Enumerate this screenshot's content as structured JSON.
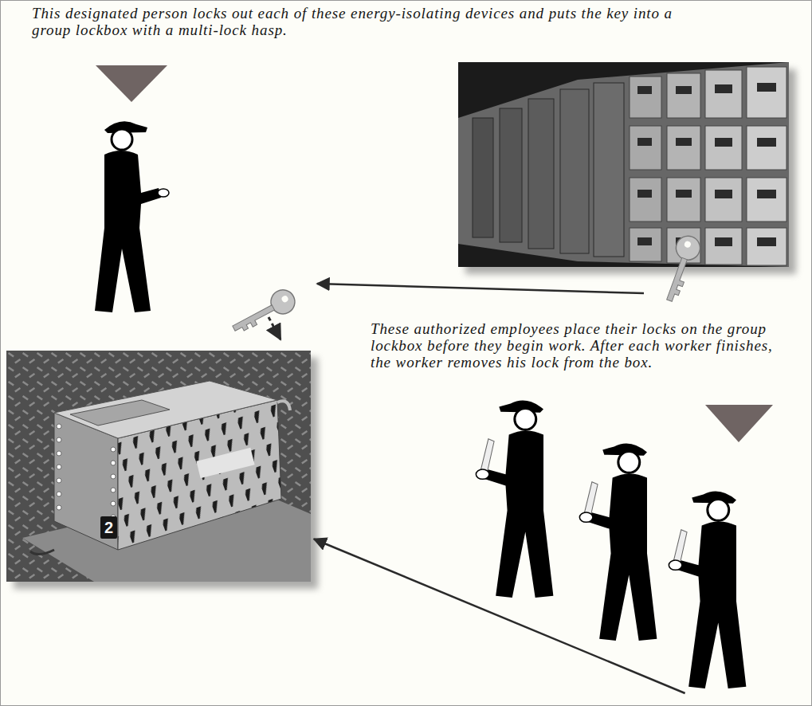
{
  "diagram": {
    "nodes": [
      {
        "text": [
          "This designated person locks out each of these energy-isolating devices and puts the key into a group lockbox with a multi-lock hasp."
        ]
      },
      {
        "text": [
          "2"
        ]
      },
      {
        "text": [
          "These authorized employees place their locks on the group lockbox before they begin work. After each worker finishes, the worker removes his lock from the box."
        ]
      }
    ],
    "edges": [
      {
        "from": 2,
        "to": 1,
        "arrow": "to"
      }
    ]
  }
}
